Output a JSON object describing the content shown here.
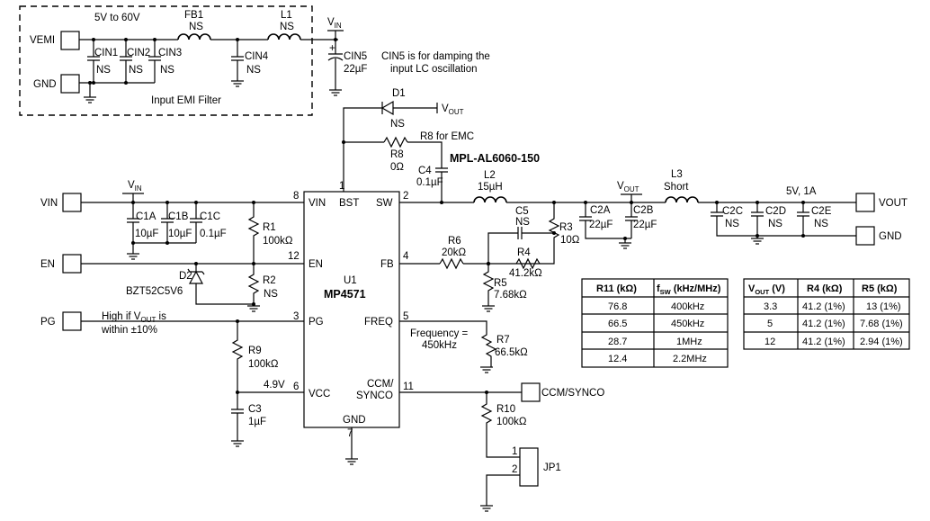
{
  "filter": {
    "title": "Input EMI Filter",
    "range": "5V to 60V",
    "vemi": "VEMI",
    "gnd": "GND",
    "fb1": "FB1",
    "fb1_val": "NS",
    "l1": "L1",
    "l1_val": "NS",
    "cin1": "CIN1",
    "cin1_val": "NS",
    "cin2": "CIN2",
    "cin2_val": "NS",
    "cin3": "CIN3",
    "cin3_val": "NS",
    "cin4": "CIN4",
    "cin4_val": "NS",
    "cin5": "CIN5",
    "cin5_val": "22µF",
    "vin": "V",
    "vin_sub": "IN",
    "note1": "CIN5 is for damping the",
    "note2": "input LC oscillation"
  },
  "ic": {
    "ref": "U1",
    "part": "MP4571",
    "pins": {
      "vin": "VIN",
      "bst": "BST",
      "sw": "SW",
      "en": "EN",
      "fb": "FB",
      "pg": "PG",
      "freq": "FREQ",
      "vcc": "VCC",
      "ccm": "CCM/",
      "synco": "SYNCO",
      "gnd": "GND"
    },
    "pin_nums": {
      "vin": "8",
      "bst": "1",
      "sw": "2",
      "en": "12",
      "fb": "4",
      "pg": "3",
      "freq": "5",
      "vcc": "6",
      "ccm": "11",
      "gnd": "7"
    }
  },
  "conn": {
    "vin": "VIN",
    "en": "EN",
    "pg": "PG",
    "vout": "VOUT",
    "gnd": "GND",
    "ccm": "CCM/SYNCO",
    "jp1": "JP1",
    "jp1_p1": "1",
    "jp1_p2": "2"
  },
  "comp": {
    "d1": "D1",
    "d1_val": "NS",
    "vout": "V",
    "vout_sub": "OUT",
    "r8": "R8",
    "r8_val": "0Ω",
    "r8_note": "R8 for EMC",
    "c4": "C4",
    "c4_val": "0.1µF",
    "l2_part": "MPL-AL6060-150",
    "l2": "L2",
    "l2_val": "15µH",
    "c1a": "C1A",
    "c1a_val": "10µF",
    "c1b": "C1B",
    "c1b_val": "10µF",
    "c1c": "C1C",
    "c1c_val": "0.1µF",
    "r1": "R1",
    "r1_val": "100kΩ",
    "r2": "R2",
    "r2_val": "NS",
    "d2": "D2",
    "d2_val": "BZT52C5V6",
    "c5": "C5",
    "c5_val": "NS",
    "r6": "R6",
    "r6_val": "20kΩ",
    "r4": "R4",
    "r4_val": "41.2kΩ",
    "r3": "R3",
    "r3_val": "10Ω",
    "r5": "R5",
    "r5_val": "7.68kΩ",
    "c2a": "C2A",
    "c2a_val": "22µF",
    "c2b": "C2B",
    "c2b_val": "22µF",
    "l3": "L3",
    "l3_val": "Short",
    "c2c": "C2C",
    "c2c_val": "NS",
    "c2d": "C2D",
    "c2d_val": "NS",
    "c2e": "C2E",
    "c2e_val": "NS",
    "out_rating": "5V, 1A",
    "pg_note1": "High if V",
    "pg_note1_sub": "OUT",
    "pg_note1_tail": " is",
    "pg_note2": "within ±10%",
    "r9": "R9",
    "r9_val": "100kΩ",
    "vcc_v": "4.9V",
    "c3": "C3",
    "c3_val": "1µF",
    "freq_note1": "Frequency =",
    "freq_note2": "450kHz",
    "r7": "R7",
    "r7_val": "66.5kΩ",
    "r10": "R10",
    "r10_val": "100kΩ"
  },
  "table_freq": {
    "h1": "R11 (kΩ)",
    "h2": "f",
    "h2_sub": "SW",
    "h2_tail": " (kHz/MHz)",
    "rows": [
      [
        "76.8",
        "400kHz"
      ],
      [
        "66.5",
        "450kHz"
      ],
      [
        "28.7",
        "1MHz"
      ],
      [
        "12.4",
        "2.2MHz"
      ]
    ]
  },
  "table_vout": {
    "h1": "V",
    "h1_sub": "OUT",
    "h1_tail": " (V)",
    "h2": "R4 (kΩ)",
    "h3": "R5 (kΩ)",
    "rows": [
      [
        "3.3",
        "41.2 (1%)",
        "13 (1%)"
      ],
      [
        "5",
        "41.2 (1%)",
        "7.68 (1%)"
      ],
      [
        "12",
        "41.2 (1%)",
        "2.94 (1%)"
      ]
    ]
  }
}
